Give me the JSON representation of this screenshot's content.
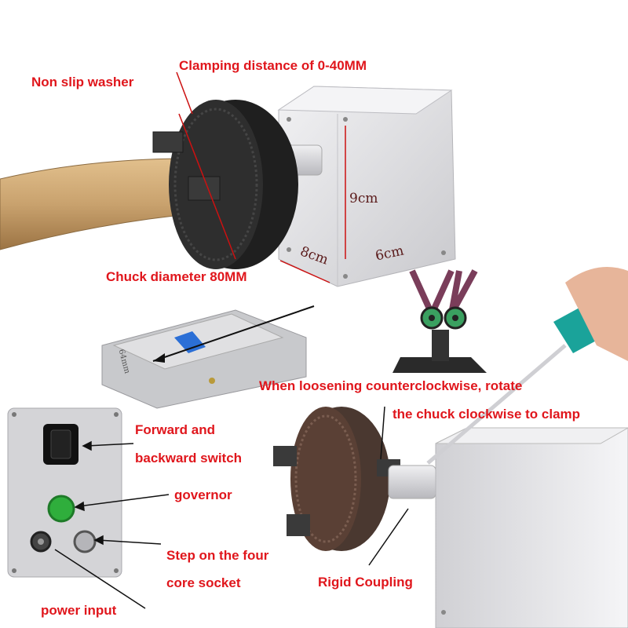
{
  "labels": {
    "non_slip_washer": "Non slip washer",
    "clamping_distance": "Clamping distance of 0-40MM",
    "chuck_diameter": "Chuck diameter 80MM",
    "loosen_line1": "When loosening counterclockwise, rotate",
    "loosen_line2": "the chuck clockwise to clamp",
    "forward_line1": "Forward and",
    "forward_line2": "backward switch",
    "governor": "governor",
    "step_line1": "Step on the four",
    "step_line2": "core socket",
    "rigid_coupling": "Rigid Coupling",
    "power_input": "power input"
  },
  "dimensions": {
    "height": "9cm",
    "depth": "8cm",
    "width": "6cm",
    "pedal_width": "64mm"
  },
  "colors": {
    "label_red": "#e0161c",
    "chuck_black": "#2a2a2a",
    "chuck_brown": "#5a4035",
    "box_silver": "#d9d9dc",
    "wood": "#c9a26e",
    "handle_teal": "#1aa39a",
    "knob_green": "#2fae3c"
  }
}
